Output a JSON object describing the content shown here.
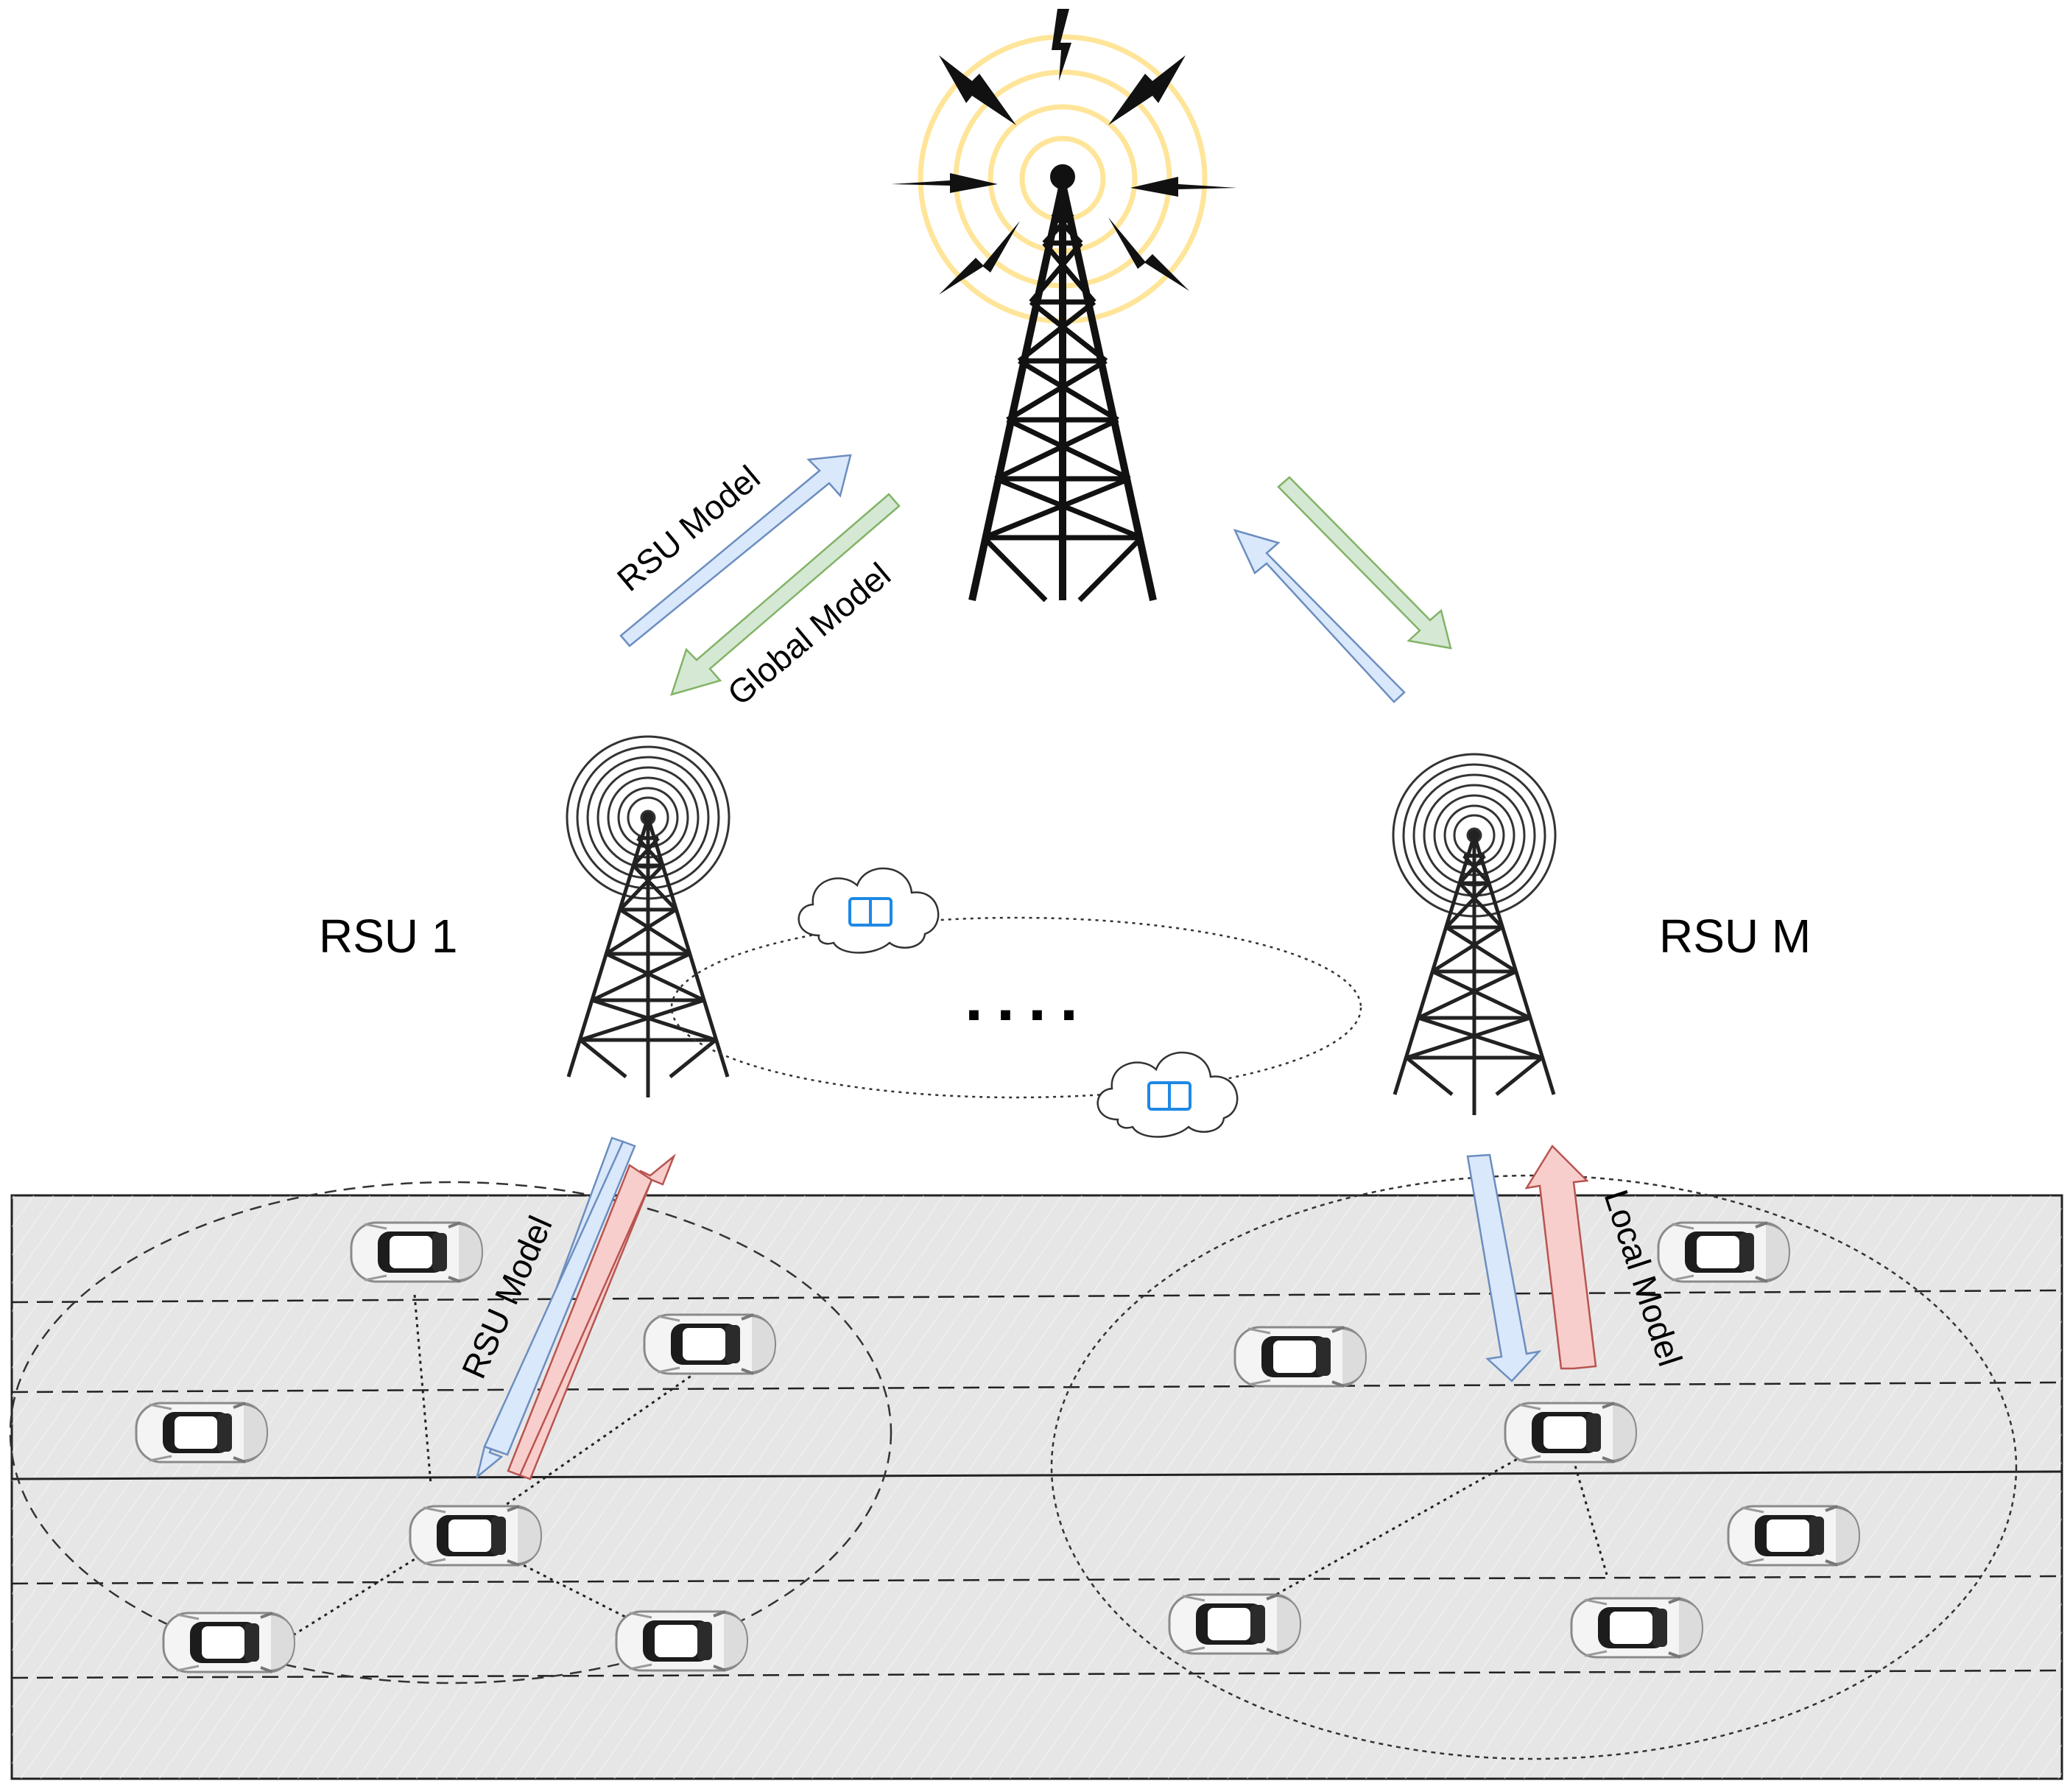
{
  "labels": {
    "rsu_left": "RSU 1",
    "rsu_right": "RSU M",
    "ellipsis": "....",
    "arrow_top_left_up": "RSU Model",
    "arrow_top_left_down": "Global Model",
    "arrow_bottom_left": "RSU Model",
    "arrow_bottom_right": "Local Model"
  },
  "colors": {
    "upload_blue": "#dae8fc",
    "upload_blue_stroke": "#6c8ebf",
    "global_green": "#d5e8d4",
    "global_green_stroke": "#82b366",
    "local_red": "#f8cecc",
    "local_red_stroke": "#b85450",
    "signal_yellow": "#ffe599",
    "road_gray": "#e6e6e6",
    "cloud_icon_blue": "#1e88e5"
  },
  "icons": {
    "base_station": "cell-tower-icon",
    "rsu": "radio-tower-icon",
    "cloud": "cloud-icon",
    "vehicle": "car-icon"
  }
}
